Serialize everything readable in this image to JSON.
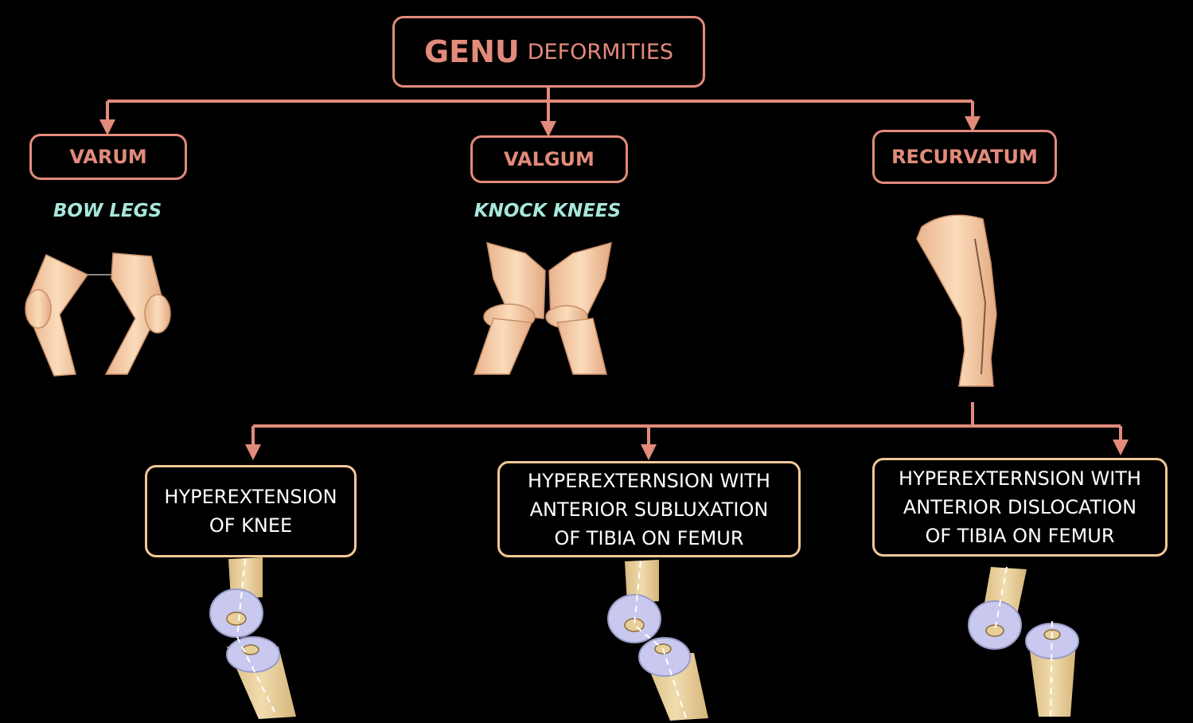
{
  "title": {
    "main": "GENU",
    "sub": "DEFORMITIES"
  },
  "categories": [
    {
      "id": "varum",
      "label": "VARUM",
      "sublabel": "BOW LEGS"
    },
    {
      "id": "valgum",
      "label": "VALGUM",
      "sublabel": "KNOCK KNEES"
    },
    {
      "id": "recurvatum",
      "label": "RECURVATUM",
      "sublabel": ""
    }
  ],
  "recurvatum_types": [
    {
      "id": "hyperextension",
      "lines": [
        "HYPEREXTENSION",
        "OF KNEE"
      ]
    },
    {
      "id": "subluxation",
      "lines": [
        "HYPEREXTERNSION WITH",
        "ANTERIOR SUBLUXATION",
        "OF TIBIA ON FEMUR"
      ]
    },
    {
      "id": "dislocation",
      "lines": [
        "HYPEREXTERNSION WITH",
        "ANTERIOR DISLOCATION",
        "OF TIBIA ON FEMUR"
      ]
    }
  ],
  "colors": {
    "connector": "#e28b7b",
    "box_border_primary": "#e28b7b",
    "box_border_secondary": "#f2c896",
    "sublabel": "#a7e7dc",
    "skin": "#f6cfa8",
    "bone": "#e8cf9a",
    "cartilage": "#c9c9ef"
  }
}
